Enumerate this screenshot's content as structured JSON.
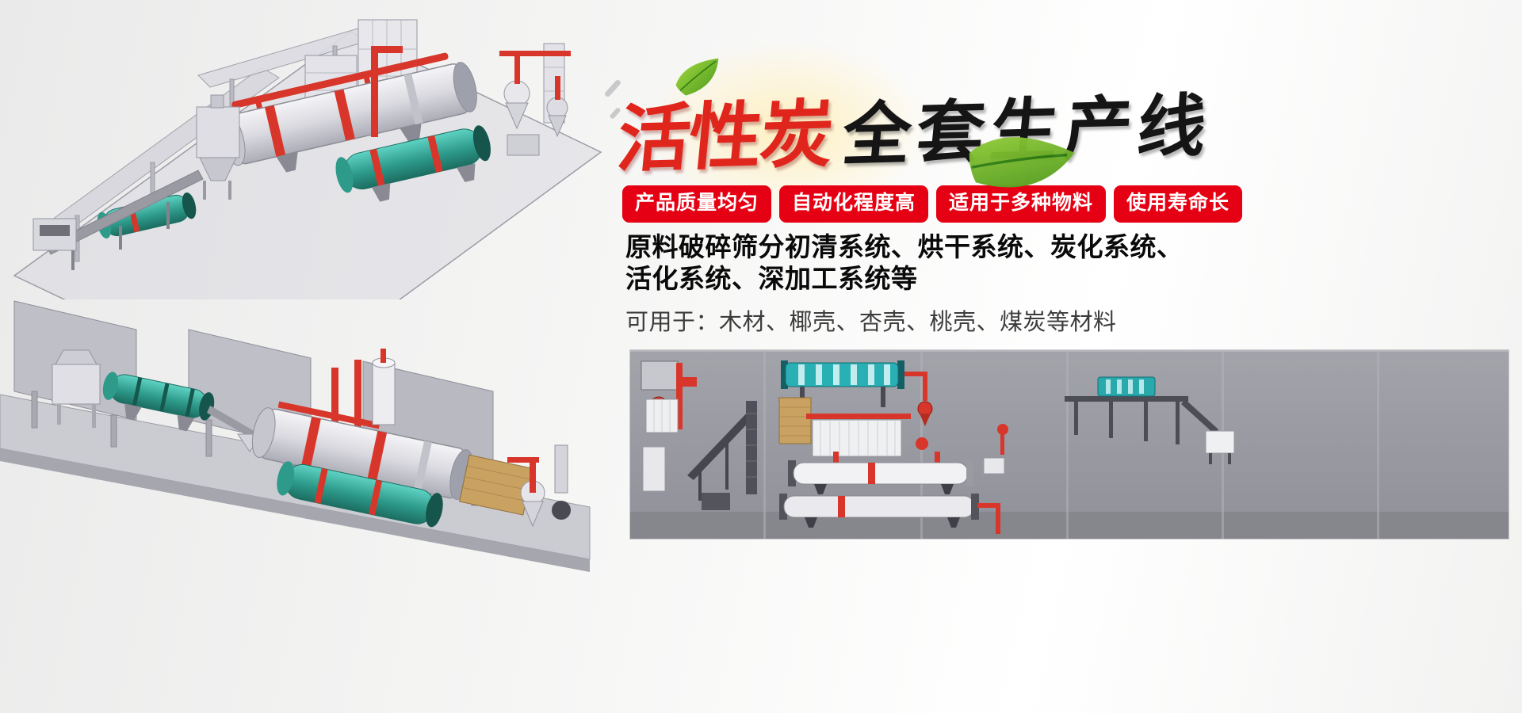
{
  "banner": {
    "title": {
      "red": "活性炭",
      "black": "全套生产线"
    },
    "badges": [
      {
        "label": "产品质量均匀"
      },
      {
        "label": "自动化程度高"
      },
      {
        "label": "适用于多种物料"
      },
      {
        "label": "使用寿命长"
      }
    ],
    "description": {
      "line1": "原料破碎筛分初清系统、烘干系统、炭化系统、",
      "line2": "活化系统、深加工系统等",
      "line3": "可用于：木材、椰壳、杏壳、桃壳、煤炭等材料"
    }
  },
  "colors": {
    "accent_red": "#e50113",
    "title_red": "#e0261c",
    "title_black": "#151515",
    "leaf_green": "#6ab82e",
    "machine_teal": "#2aa9ad",
    "pipe_red": "#d8362a",
    "panorama_bg": "#9a9aa1",
    "background": "#f2f2f1"
  },
  "illustrations": {
    "top_left": "isometric-3d-production-line-top",
    "bottom_left": "isometric-3d-production-line-bottom",
    "panorama": "production-line-layout-panorama"
  }
}
